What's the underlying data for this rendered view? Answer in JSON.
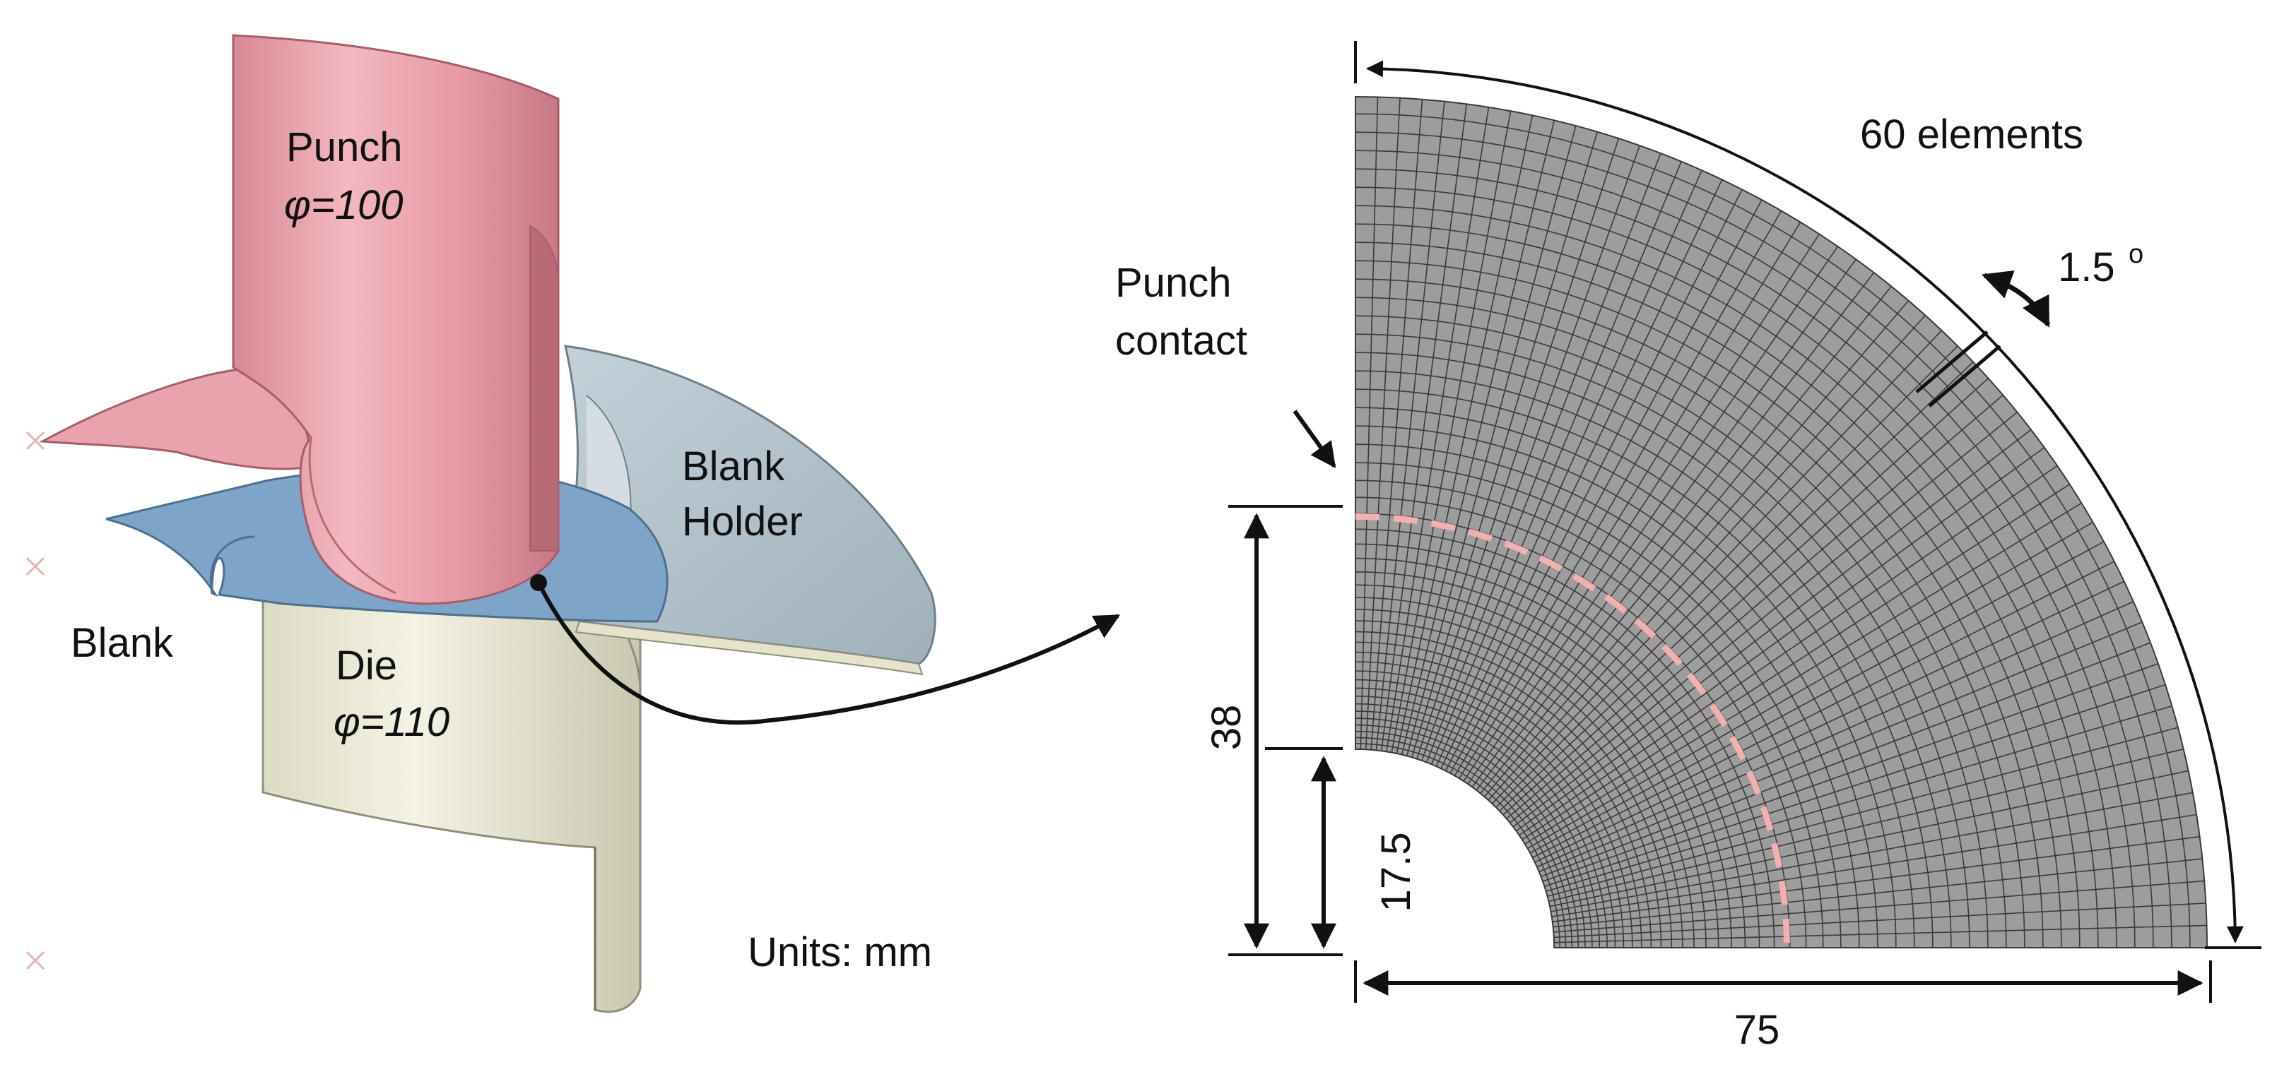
{
  "left_view": {
    "punch": {
      "name": "Punch",
      "diameter": "φ=100"
    },
    "blank_holder": {
      "line1": "Blank",
      "line2": "Holder"
    },
    "blank": {
      "name": "Blank"
    },
    "die": {
      "name": "Die",
      "diameter": "φ=110"
    },
    "units": "Units: mm"
  },
  "right_view": {
    "arc_count_label": "60 elements",
    "angle_value": "1.5",
    "angle_unit": "o",
    "punch_contact_line1": "Punch",
    "punch_contact_line2": "contact",
    "dim_outer_height": "38",
    "dim_inner_radius": "17.5",
    "dim_width": "75"
  },
  "colors": {
    "punch": "#e8a3ad",
    "blank": "#7ea4c8",
    "blank_holder": "#b3c2cc",
    "die": "#e9e8d6",
    "mesh_fill": "#9d9d9d",
    "mesh_line": "#3a3a3a",
    "contact_dash": "#f2b0b0"
  },
  "mesh": {
    "circumferential_elements": 60,
    "sweep_deg": 90,
    "element_angle_deg": 1.5,
    "inner_radius_mm": 17.5,
    "contact_radius_mm": 38,
    "outer_radius_mm": 75
  }
}
